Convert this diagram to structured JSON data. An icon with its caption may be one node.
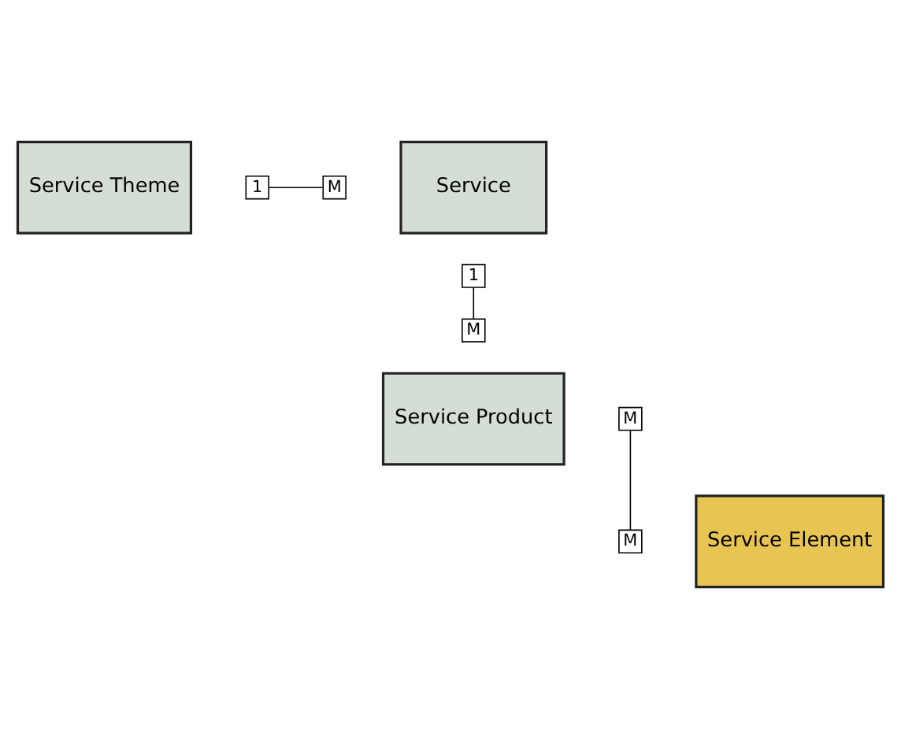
{
  "diagram": {
    "nodes": [
      {
        "text": [
          "Service Theme"
        ]
      },
      {
        "text": [
          "1"
        ]
      },
      {
        "text": [
          "M"
        ]
      },
      {
        "text": [
          "Service"
        ]
      },
      {
        "text": [
          "1"
        ]
      },
      {
        "text": [
          "M"
        ]
      },
      {
        "text": [
          "Service Product"
        ]
      },
      {
        "text": [
          "M"
        ]
      },
      {
        "text": [
          "M"
        ]
      },
      {
        "text": [
          "Service Element"
        ]
      }
    ],
    "edges": [
      {
        "from": 1,
        "to": 2,
        "arrow": "none"
      },
      {
        "from": 4,
        "to": 5,
        "arrow": "none"
      },
      {
        "from": 7,
        "to": 8,
        "arrow": "none"
      }
    ]
  }
}
